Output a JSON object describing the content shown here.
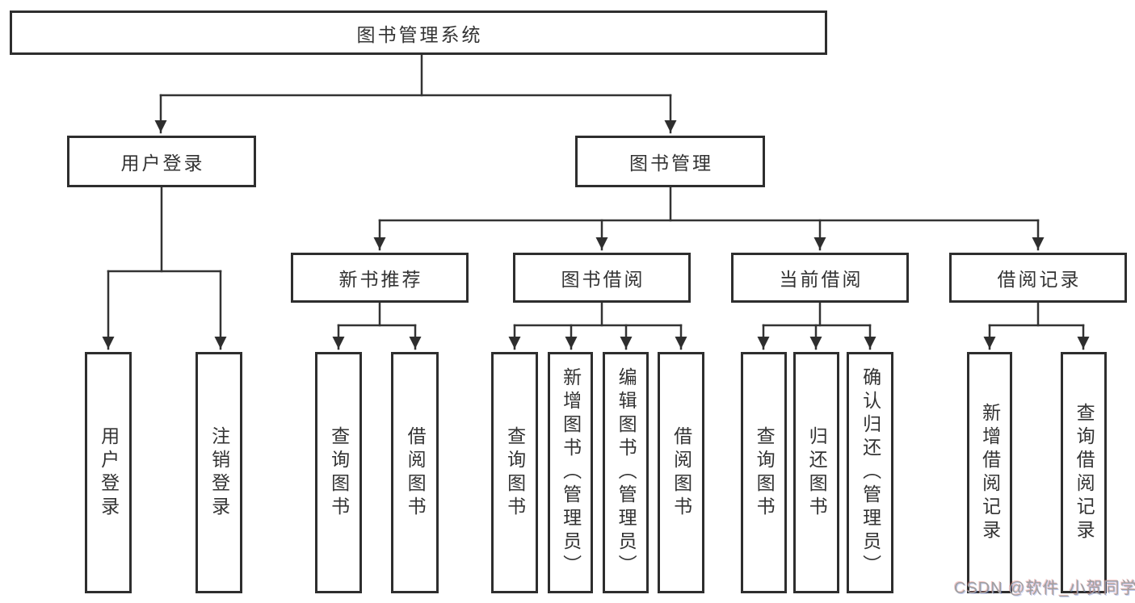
{
  "title": "图书管理系统",
  "watermark": "CSDN @软件_小贺同学",
  "colors": {
    "line": "#333333",
    "box_border": "#2e2e2e",
    "text": "#333333",
    "watermark": "#a0a0a0",
    "background": "#ffffff"
  },
  "tree": {
    "label": "图书管理系统",
    "children": [
      {
        "label": "用户登录",
        "children": [
          {
            "label": "用户登录"
          },
          {
            "label": "注销登录"
          }
        ]
      },
      {
        "label": "图书管理",
        "children": [
          {
            "label": "新书推荐",
            "children": [
              {
                "label": "查询图书"
              },
              {
                "label": "借阅图书"
              }
            ]
          },
          {
            "label": "图书借阅",
            "children": [
              {
                "label": "查询图书"
              },
              {
                "label": "新增图书（管理员）"
              },
              {
                "label": "编辑图书（管理员）"
              },
              {
                "label": "借阅图书"
              }
            ]
          },
          {
            "label": "当前借阅",
            "children": [
              {
                "label": "查询图书"
              },
              {
                "label": "归还图书"
              },
              {
                "label": "确认归还（管理员）"
              }
            ]
          },
          {
            "label": "借阅记录",
            "children": [
              {
                "label": "新增借阅记录"
              },
              {
                "label": "查询借阅记录"
              }
            ]
          }
        ]
      }
    ]
  }
}
